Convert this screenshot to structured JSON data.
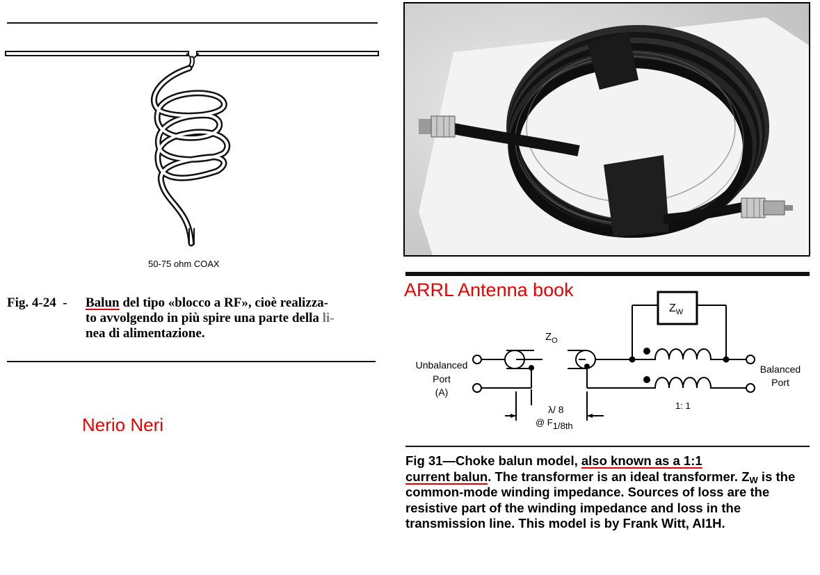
{
  "left_figure": {
    "coax_label": "50-75 ohm COAX",
    "caption_number": "Fig. 4-24  -",
    "caption_balun": "Balun",
    "caption_line1_rest": " del tipo «blocco a RF», cioè realizza-",
    "caption_line2_a": "to avvolgendo in più spire una parte della ",
    "caption_line2_b": "li-",
    "caption_line3": "nea di alimentazione."
  },
  "author_left": "Nerio Neri",
  "source_right": "ARRL Antenna book",
  "photo": {
    "subject": "coiled-coax-choke-balun"
  },
  "circuit": {
    "zw_box": "Z",
    "zw_sub": "W",
    "z0": "Z",
    "z0_sub": "O",
    "left_port_line1": "Unbalanced",
    "left_port_line2": "Port",
    "left_port_line3": "(A)",
    "right_port_line1": "Balanced",
    "right_port_line2": "Port",
    "ratio": "1: 1",
    "lambda": "λ/ 8",
    "freq_prefix": "@ F",
    "freq_sub": "1/8th"
  },
  "fig31": {
    "part1": "Fig 31—Choke balun model, ",
    "underlined1": "also known as a 1:1",
    "underlined2": "current balun",
    "part2": ". The transformer is an ideal transformer.",
    "zw": "Z",
    "zw_sub": "W",
    "part3": " is the common-mode winding impedance. Sources of loss are the resistive part of the winding impedance and loss in the transmission line. This model is by Frank Witt, AI1H."
  }
}
